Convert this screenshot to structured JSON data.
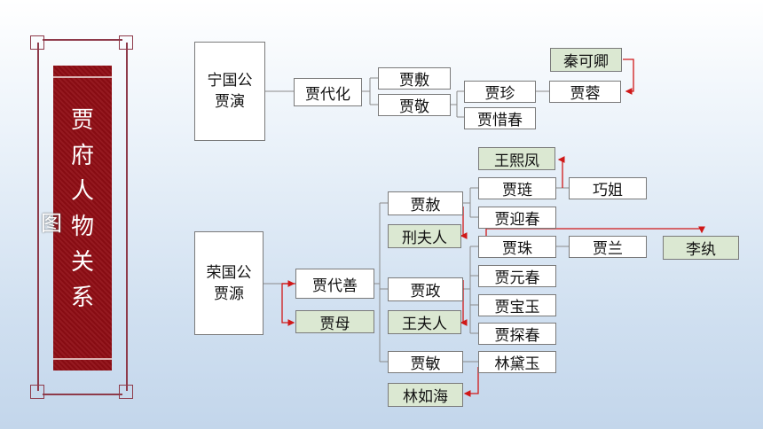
{
  "title": {
    "chars": [
      "贾",
      "府",
      "人",
      "物",
      "关",
      "系"
    ],
    "suffix": "图"
  },
  "ningguo": {
    "line1": "宁国公",
    "line2": "贾演",
    "gen2": "贾代化",
    "sons": [
      "贾敷",
      "贾敬"
    ],
    "gen4": [
      "贾珍",
      "贾惜春"
    ],
    "gen5": "贾蓉",
    "wife_rong": "秦可卿"
  },
  "rongguo": {
    "line1": "荣国公",
    "line2": "贾源",
    "gen2": "贾代善",
    "wife_daishan": "贾母",
    "she": "贾赦",
    "wife_she": "刑夫人",
    "zheng": "贾政",
    "wife_zheng": "王夫人",
    "min": "贾敏",
    "husband_min": "林如海",
    "lian": "贾琏",
    "wife_lian": "王熙凤",
    "daughter_lian": "巧姐",
    "yingchun": "贾迎春",
    "zhu": "贾珠",
    "son_zhu": "贾兰",
    "wife_zhu": "李纨",
    "yuanchun": "贾元春",
    "baoyu": "贾宝玉",
    "tanchun": "贾探春",
    "daiyu": "林黛玉"
  },
  "colors": {
    "banner": "#8f0d14",
    "spouse_box": "#dbe8d2",
    "marriage_link": "#d01818"
  }
}
